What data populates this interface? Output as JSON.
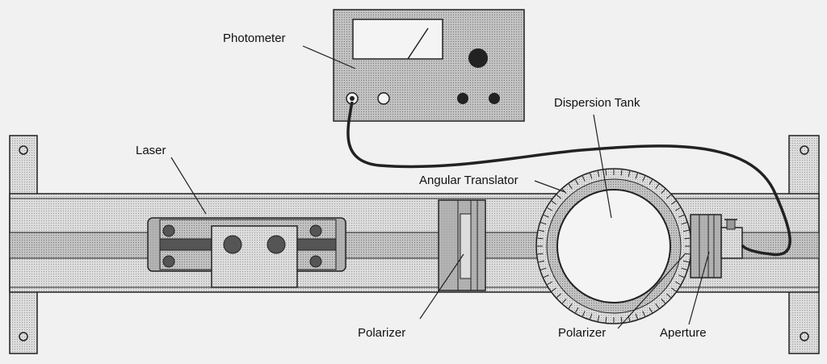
{
  "diagram": {
    "labels": {
      "photometer": "Photometer",
      "dispersion_tank": "Dispersion Tank",
      "laser": "Laser",
      "angular_translator": "Angular Translator",
      "polarizer_left": "Polarizer",
      "polarizer_right": "Polarizer",
      "aperture": "Aperture"
    },
    "colors": {
      "background": "#f1f1f1",
      "fill_dark": "#b4b4b4",
      "fill_mid": "#c8c8c8",
      "fill_light": "#d9d9d9",
      "stroke": "#222222"
    }
  }
}
